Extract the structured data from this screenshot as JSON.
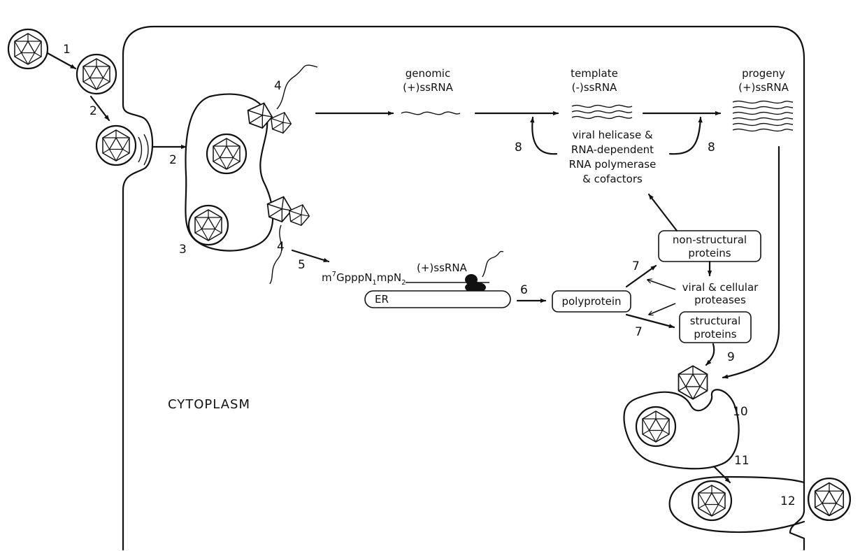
{
  "region_label": "CYTOPLASM",
  "rna": {
    "genomic": [
      "genomic",
      "(+)ssRNA"
    ],
    "template": [
      "template",
      "(-)ssRNA"
    ],
    "progeny": [
      "progeny",
      "(+)ssRNA"
    ],
    "mrna": "(+)ssRNA"
  },
  "enzymes": [
    "viral helicase &",
    "RNA-dependent",
    "RNA polymerase",
    "& cofactors"
  ],
  "cap": {
    "prefix": "m",
    "sup": "7",
    "mid1": "GpppN",
    "sub1": "1",
    "mid2": "mpN",
    "sub2": "2"
  },
  "er_label": "ER",
  "boxes": {
    "polyprotein": "polyprotein",
    "nonstructural": [
      "non-structural",
      "proteins"
    ],
    "structural": [
      "structural",
      "proteins"
    ]
  },
  "proteases": [
    "viral & cellular",
    "proteases"
  ],
  "steps": {
    "s1": "1",
    "s2a": "2",
    "s2b": "2",
    "s3": "3",
    "s4a": "4",
    "s4b": "4",
    "s5": "5",
    "s6": "6",
    "s7a": "7",
    "s7b": "7",
    "s8a": "8",
    "s8b": "8",
    "s9": "9",
    "s10": "10",
    "s11": "11",
    "s12": "12"
  }
}
